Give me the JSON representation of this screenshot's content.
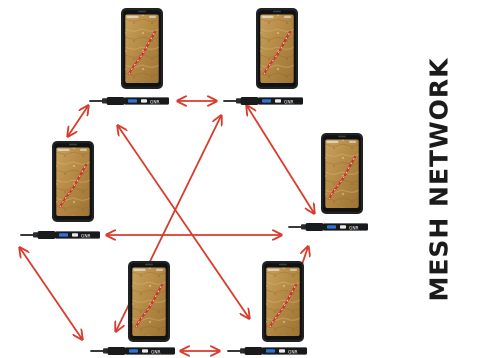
{
  "title": "MESH NETWORK",
  "nodes": [
    {
      "id": "top-left",
      "device_label": "GNR"
    },
    {
      "id": "top-right",
      "device_label": "GNR"
    },
    {
      "id": "middle-left",
      "device_label": "GNR"
    },
    {
      "id": "middle-right",
      "device_label": "GNR"
    },
    {
      "id": "bottom-left",
      "device_label": "GNR"
    },
    {
      "id": "bottom-right",
      "device_label": "GNR"
    }
  ],
  "connections": [
    [
      "top-left",
      "top-right"
    ],
    [
      "top-left",
      "middle-left"
    ],
    [
      "top-right",
      "middle-right"
    ],
    [
      "middle-left",
      "middle-right"
    ],
    [
      "middle-left",
      "bottom-left"
    ],
    [
      "middle-right",
      "bottom-right"
    ],
    [
      "bottom-left",
      "bottom-right"
    ],
    [
      "top-left",
      "bottom-right"
    ],
    [
      "top-right",
      "bottom-left"
    ]
  ],
  "colors": {
    "arrow": "#d83c2d",
    "phone_body": "#202224",
    "map_sand": "#b48a45",
    "route_red": "#c9362a",
    "route_white": "#f3efe7",
    "device_blue": "#2f73d9",
    "title": "#1b1b1b"
  },
  "icons": {
    "phone": "phone-map-icon",
    "receiver": "gnss-receiver-icon",
    "arrow": "double-arrow-icon"
  }
}
